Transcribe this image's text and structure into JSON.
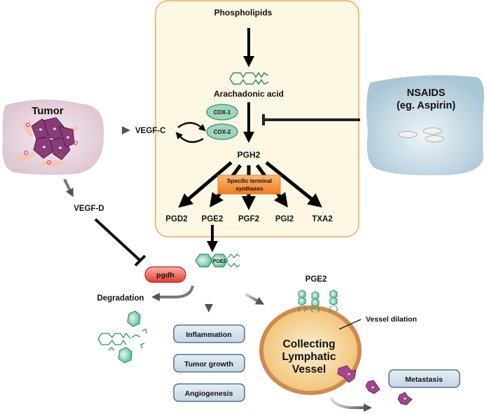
{
  "pathway_box": {
    "phospholipids": "Phospholipids",
    "arachidonic_acid": "Arachadonic acid",
    "cox1": "COX-1",
    "cox2": "COX-2",
    "pgh2": "PGH2",
    "synthases_line1": "Specific terminal",
    "synthases_line2": "synthases",
    "products": [
      "PGD2",
      "PGE2",
      "PGF2",
      "PGI2",
      "TXA2"
    ]
  },
  "tumor": {
    "label": "Tumor",
    "vegf_c": "VEGF-C",
    "vegf_d": "VEGF-D"
  },
  "nsaids": {
    "line1": "NSAIDS",
    "line2": "(eg. Aspirin)"
  },
  "pge2_molecule": {
    "label": "PGE2"
  },
  "pgdh": {
    "label": "pgdh"
  },
  "degradation": {
    "label": "Degradation"
  },
  "effects": [
    "Inflammation",
    "Tumor growth",
    "Angiogenesis"
  ],
  "vessel": {
    "pge2_label": "PGE2",
    "line1": "Collecting",
    "line2": "Lymphatic",
    "line3": "Vessel",
    "dilation": "Vessel dilation"
  },
  "metastasis": {
    "label": "Metastasis"
  },
  "colors": {
    "box_fill": "#fdf8e4",
    "box_stroke": "#f2a65a",
    "cox_fill": "#9fd6bf",
    "molecule": "#2f8f6e",
    "synthase": "#f08a2a",
    "pgdh": "#e8473f",
    "effect_fill": "#d3e2ee",
    "effect_stroke": "#3d5a7a",
    "vessel_fill": "#f4cf86",
    "vessel_stroke": "#cf8a4e",
    "tumor_bg": "#e7d3de",
    "tumor_cell": "#8a3c7a",
    "nsaid_bg": "#b6cfdd"
  }
}
